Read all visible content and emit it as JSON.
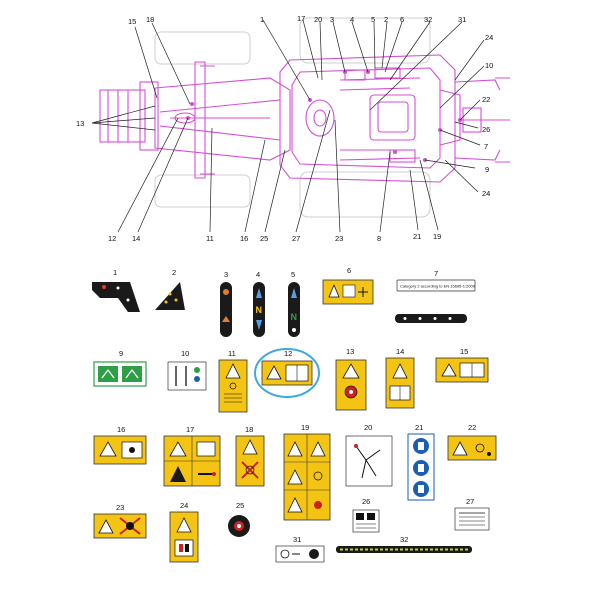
{
  "callouts": {
    "n1": "1",
    "n2": "2",
    "n3": "3",
    "n4": "4",
    "n5": "5",
    "n6": "6",
    "n7": "7",
    "n8": "8",
    "n9": "9",
    "n10": "10",
    "n11": "11",
    "n12": "12",
    "n13": "13",
    "n14": "14",
    "n15": "15",
    "n16": "16",
    "n17": "17",
    "n18": "18",
    "n19": "19",
    "n20": "20",
    "n21": "21",
    "n22": "22",
    "n23": "23",
    "n24": "24",
    "n25": "25",
    "n26": "26",
    "n27": "27",
    "n31": "31",
    "n32": "32"
  },
  "labels": {
    "l1": "1",
    "l2": "2",
    "l3": "3",
    "l4": "4",
    "l5": "5",
    "l6": "6",
    "l7": "7",
    "l9": "9",
    "l10": "10",
    "l11": "11",
    "l12": "12",
    "l13": "13",
    "l14": "14",
    "l15": "15",
    "l16": "16",
    "l17": "17",
    "l18": "18",
    "l19": "19",
    "l20": "20",
    "l21": "21",
    "l22": "22",
    "l23": "23",
    "l24": "24",
    "l25": "25",
    "l26": "26",
    "l27": "27",
    "l31": "31",
    "l32": "32"
  },
  "decal_texts": {
    "category": "Category 2 according to EN 15695-1:2009",
    "decal4_letter": "N",
    "decal5_letter": "N"
  },
  "colors": {
    "tractor_outline": "#d44fd4",
    "warning_yellow": "#f4c414",
    "safety_green": "#2e9e47",
    "mandatory_blue": "#1a5fb4",
    "highlight_circle": "#3fa9dc"
  }
}
